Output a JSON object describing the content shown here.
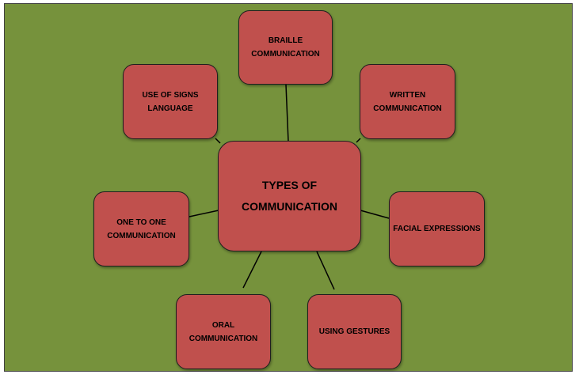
{
  "diagram": {
    "center": "TYPES OF\nCOMMUNICATION",
    "nodes": {
      "braille": "BRAILLE\nCOMMUNICATION",
      "signs": "USE OF SIGNS\nLANGUAGE",
      "written": "WRITTEN\nCOMMUNICATION",
      "one_to_one": "ONE TO ONE\nCOMMUNICATION",
      "facial": "FACIAL EXPRESSIONS",
      "oral": "ORAL\nCOMMUNICATION",
      "gestures": "USING GESTURES"
    }
  },
  "colors": {
    "background": "#76923c",
    "node_fill": "#c0504d",
    "node_border": "#1f1f1f"
  }
}
